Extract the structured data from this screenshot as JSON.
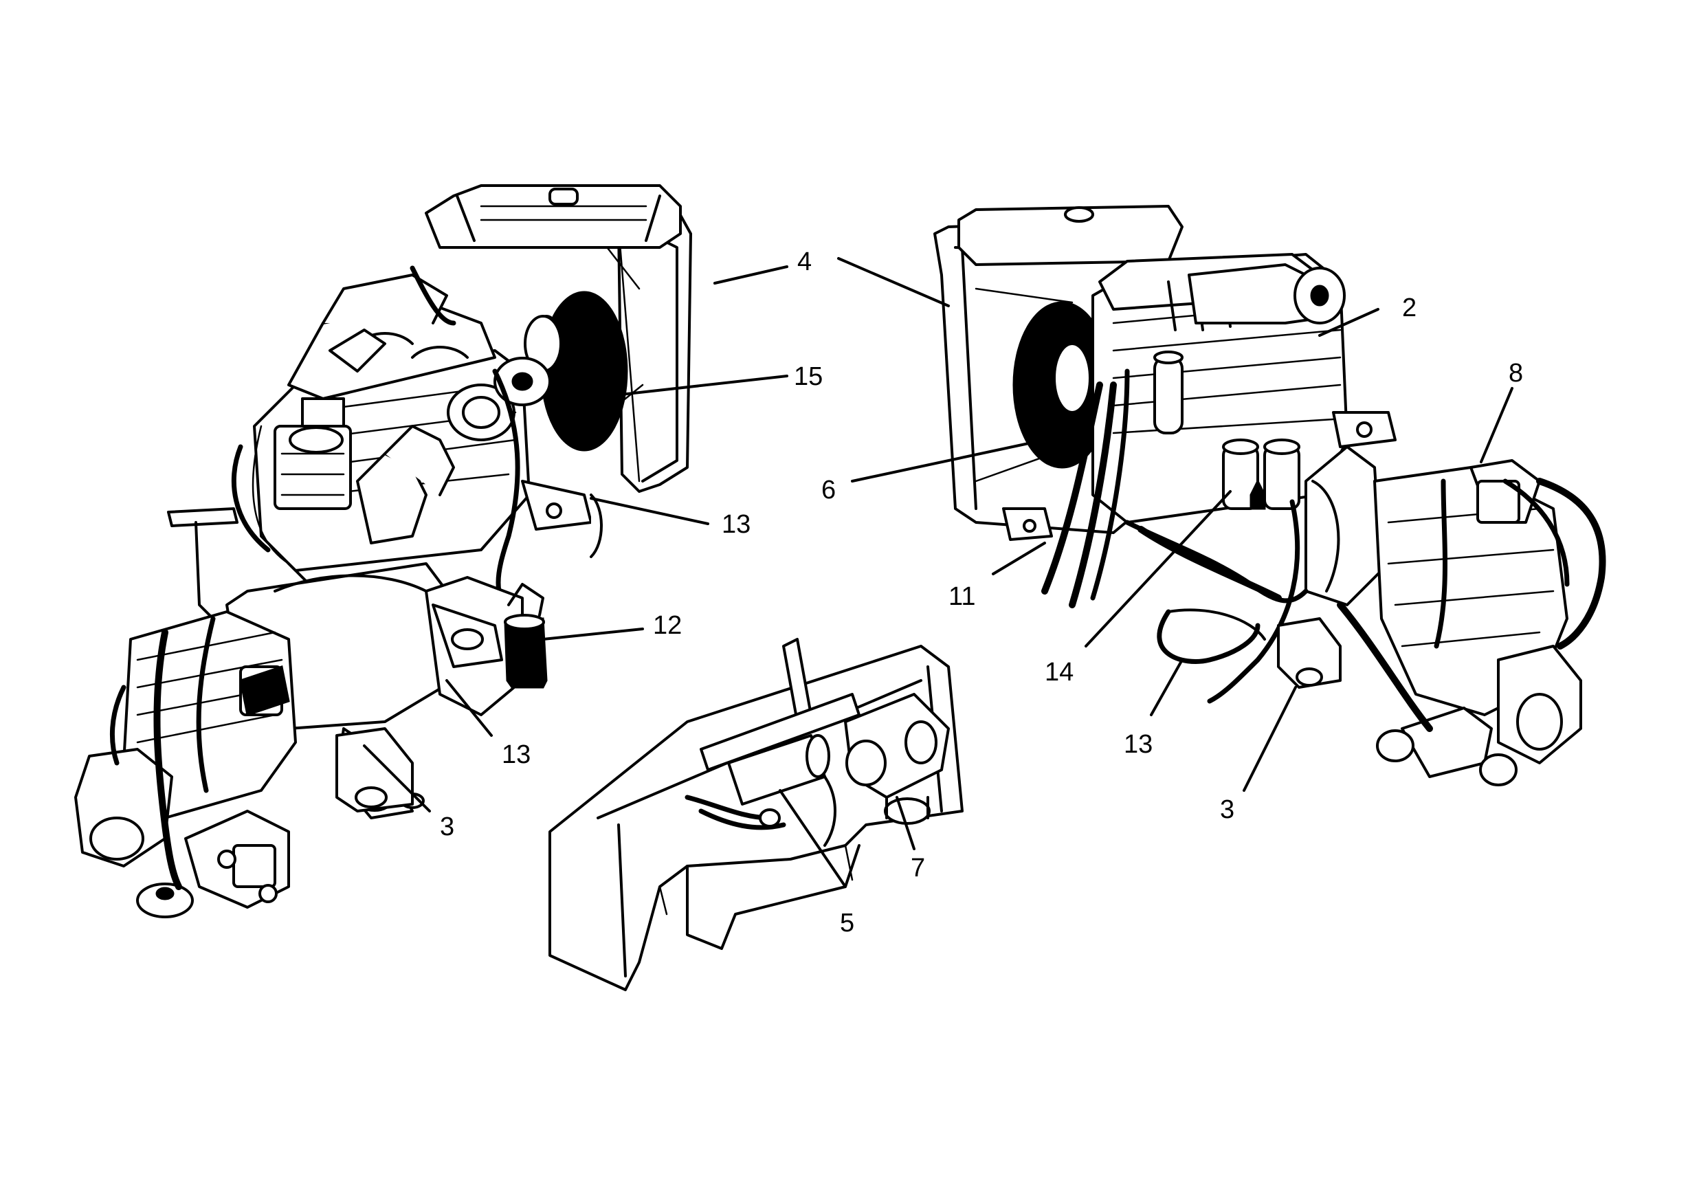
{
  "callouts": [
    {
      "id": "4",
      "label": "4"
    },
    {
      "id": "15",
      "label": "15"
    },
    {
      "id": "13",
      "label": "13"
    },
    {
      "id": "12",
      "label": "12"
    },
    {
      "id": "3",
      "label": "3"
    },
    {
      "id": "2",
      "label": "2"
    },
    {
      "id": "8",
      "label": "8"
    },
    {
      "id": "6",
      "label": "6"
    },
    {
      "id": "11",
      "label": "11"
    },
    {
      "id": "14",
      "label": "14"
    },
    {
      "id": "5",
      "label": "5"
    },
    {
      "id": "7",
      "label": "7"
    }
  ],
  "colors": {
    "ink": "#000000",
    "paper": "#ffffff"
  }
}
